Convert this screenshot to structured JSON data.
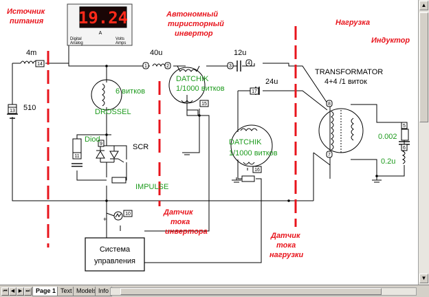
{
  "labels": {
    "power_source": [
      "Источник",
      "питания"
    ],
    "inverter": [
      "Автономный",
      "тиристорный",
      "инвертор"
    ],
    "load": "Нагрузка",
    "inductor": "Индуктор",
    "transformer_name": "TRANSFORMATOR",
    "transformer_turns": "4+4 /1 виток",
    "drossel_turns": "6 витков",
    "drossel_name": "DROSSEL",
    "datchik1_name": "DATCHIK",
    "datchik1_ratio": "1/1000 витков",
    "datchik2_name": "DATCHIK",
    "datchik2_ratio": "1/1000 витков",
    "diode": "Diod",
    "scr": "SCR",
    "impulse": "IMPULSE",
    "inverter_sensor": [
      "Датчик",
      "тока",
      "инвертора"
    ],
    "load_sensor": [
      "Датчик",
      "тока",
      "нагрузки"
    ],
    "control_system": [
      "Система",
      "управления"
    ],
    "val_510": "510",
    "val_0002": "0.002",
    "val_02u": "0.2u"
  },
  "meter": {
    "reading": "19.24",
    "unit": "A",
    "left_modes": [
      "Digital",
      "Analog"
    ],
    "right_modes": [
      "Volts",
      "Amps"
    ]
  },
  "components": {
    "l_4m": "4m",
    "l_40u": "40u",
    "c_12u": "12u",
    "c_24u": "24u"
  },
  "nodes": {
    "n14": "14",
    "n1": "1",
    "n2": "2",
    "n3": "3",
    "n4": "4",
    "n13": "13",
    "n9": "9",
    "n11": "11",
    "n15": "15",
    "n17": "17",
    "n8": "8",
    "n7": "7",
    "n16": "16",
    "n10": "10",
    "n5": "5",
    "n6": "6"
  },
  "tabs": [
    "Page 1",
    "Text",
    "Models",
    "Info"
  ],
  "colors": {
    "red_label": "#e8141c",
    "green_label": "#1c9a1c",
    "meter_digits": "#ff2a1a",
    "wire": "#000000"
  }
}
